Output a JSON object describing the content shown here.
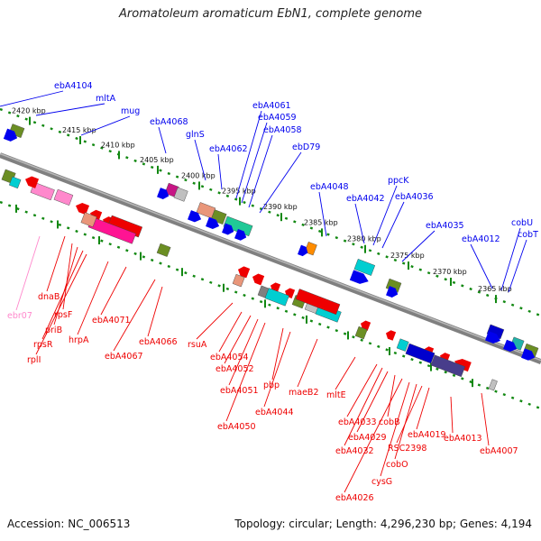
{
  "title": "Aromatoleum aromaticum EbN1, complete genome",
  "accession_text": "Accession: NC_006513",
  "footer": {
    "topology_text": "Topology: circular;",
    "length_text": "Length: 4,296,230 bp;",
    "genes_text": "Genes: 4,194"
  },
  "colors": {
    "forward_gene": "#0000ee",
    "reverse_gene": "#ee0000",
    "rna_gene": "#ff88cc",
    "backbone": "#808080",
    "ticks": "#118811"
  },
  "kbp_ticks": [
    "2420 kbp",
    "2415 kbp",
    "2410 kbp",
    "2405 kbp",
    "2400 kbp",
    "2395 kbp",
    "2390 kbp",
    "2385 kbp",
    "2380 kbp",
    "2375 kbp",
    "2370 kbp",
    "2365 kbp"
  ],
  "forward_labels": [
    "ebA4104",
    "mltA",
    "mug",
    "ebA4068",
    "glnS",
    "ebA4062",
    "ebA4061",
    "ebA4059",
    "ebA4058",
    "ebD79",
    "ebA4048",
    "ebA4042",
    "ppcK",
    "ebA4036",
    "ebA4035",
    "ebA4012",
    "cobU",
    "cobT"
  ],
  "reverse_labels": [
    "ebr07",
    "dnaB",
    "rpsF",
    "priB",
    "rpsR",
    "rplI",
    "hrpA",
    "ebA4071",
    "ebA4067",
    "ebA4066",
    "rsuA",
    "ebA4054",
    "ebA4052",
    "ebA4051",
    "ebA4050",
    "pbp",
    "ebA4044",
    "maeB2",
    "mltE",
    "ebA4033",
    "ebA4032",
    "ebA4029",
    "cobB",
    "ebA4026",
    "cysG",
    "cobO",
    "RSC2398",
    "ebA4019",
    "ebA4013",
    "ebA4007"
  ]
}
